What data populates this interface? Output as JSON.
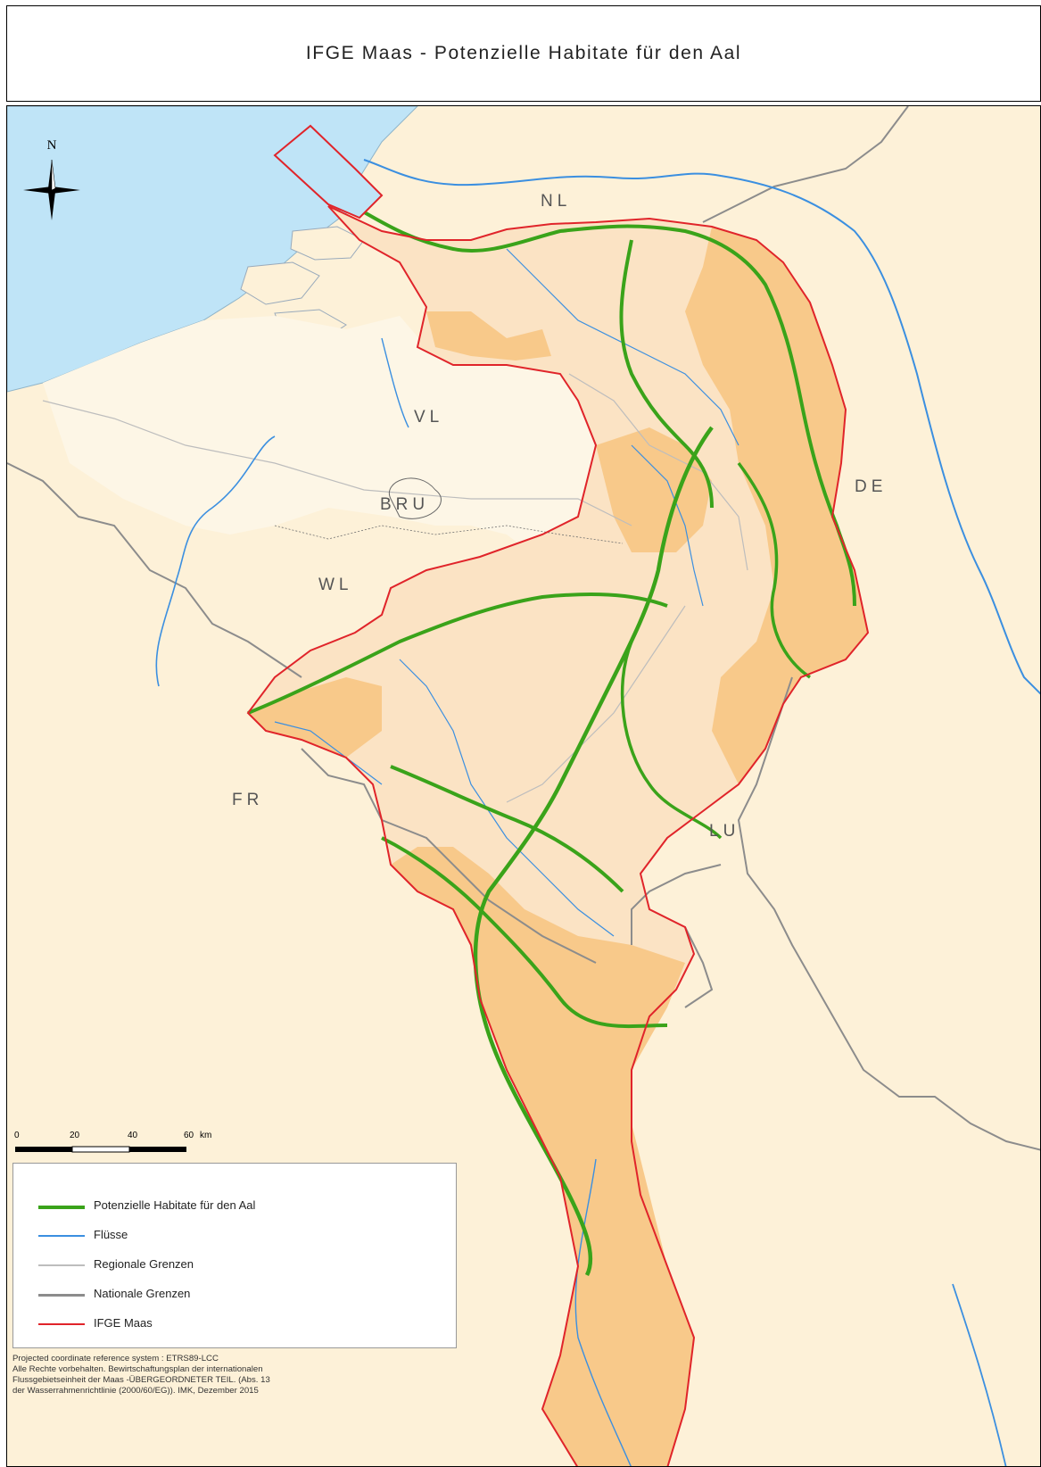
{
  "title": "IFGE Maas - Potenzielle Habitate für den Aal",
  "north_label": "N",
  "region_labels": {
    "nl": "NL",
    "vl": "VL",
    "bru": "BRU",
    "wl": "WL",
    "de": "DE",
    "fr": "FR",
    "lu": "LU"
  },
  "scale_bar": {
    "ticks": [
      "0",
      "20",
      "40",
      "60"
    ],
    "unit": "km"
  },
  "legend": [
    {
      "label": "Potenzielle Habitate für den Aal",
      "color": "#3aa31a"
    },
    {
      "label": "Flüsse",
      "color": "#3b8fe0"
    },
    {
      "label": "Regionale Grenzen",
      "color": "#bdbdbd"
    },
    {
      "label": "Nationale Grenzen",
      "color": "#8c8c8c"
    },
    {
      "label": "IFGE Maas",
      "color": "#e0242a"
    }
  ],
  "credits": [
    "Projected coordinate reference system : ETRS89-LCC",
    "Alle Rechte vorbehalten. Bewirtschaftungsplan der internationalen",
    "Flussgebietseinheit der Maas -ÜBERGEORDNETER TEIL. (Abs. 13",
    "der Wasserrahmenrichtlinie (2000/60/EG)). IMK, Dezember 2015"
  ],
  "colors": {
    "sea": "#bfe4f7",
    "land": "#fdf1d8",
    "basin_light": "#fbe3c4",
    "basin_dark": "#f8c98a",
    "flanders": "#fdf6e6"
  }
}
